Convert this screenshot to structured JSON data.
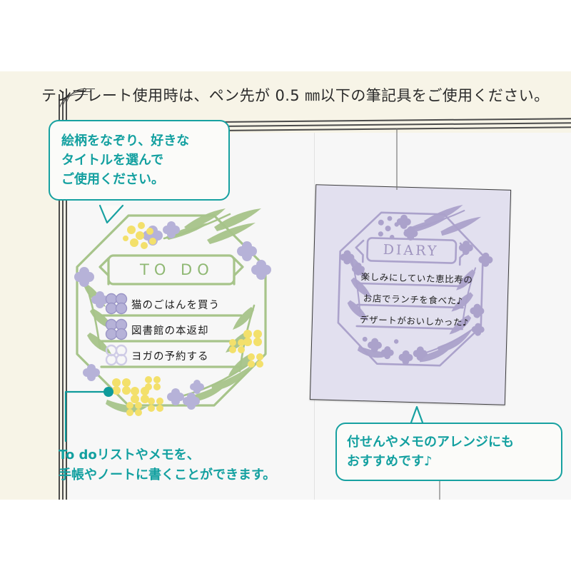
{
  "headline": "テンプレート使用時は、ペン先が 0.5 ㎜以下の筆記具をご使用ください。",
  "bubbles": {
    "top": {
      "lines": [
        "絵柄をなぞり、好きな",
        "タイトルを選んで",
        "ご使用ください。"
      ]
    },
    "bottom": {
      "lines": [
        "付せんやメモのアレンジにも",
        "おすすめです♪"
      ]
    }
  },
  "captions": {
    "left": {
      "lines": [
        "To doリストやメモを、",
        "手帳やノートに書くことができます。"
      ]
    }
  },
  "todo_stamp": {
    "title": "TO DO",
    "items": [
      {
        "text": "猫のごはんを買う"
      },
      {
        "text": "図書館の本返却"
      },
      {
        "text": "ヨガの予約する"
      }
    ]
  },
  "diary_card": {
    "title": "DIARY",
    "lines": [
      "楽しみにしていた恵比寿の",
      "お店でランチを食べた♪",
      "デザートがおいしかった♪"
    ]
  },
  "colors": {
    "background_cream": "#f7f4e7",
    "page_white": "#f7f7f7",
    "teal": "#13a0a0",
    "stamp_green": "#a7c48a",
    "stamp_lavender": "#b6b2d8",
    "stamp_yellow": "#f3e06b",
    "card_lavender": "#e2e0ef",
    "card_ink": "#9f94bf",
    "text_dark": "#2b2b2b"
  }
}
